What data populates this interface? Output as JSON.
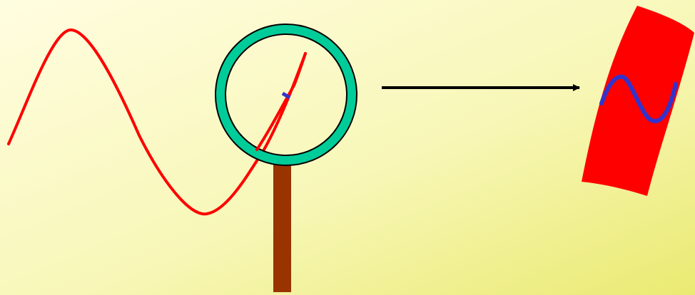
{
  "diagram": {
    "background_gradient": [
      "#fffde0",
      "#f8f7b8",
      "#eaea72"
    ],
    "colors": {
      "wave": "#ff0000",
      "lens_ring": "#00cc99",
      "outline": "#000000",
      "handle": "#993300",
      "zoom_wave": "#3333cc",
      "zoom_patch": "#ff0000",
      "arrow": "#000000"
    },
    "elements": [
      "sine-wave",
      "magnifying-glass",
      "magnified-point",
      "arrow",
      "zoomed-curve-patch",
      "zoomed-wiggle"
    ]
  }
}
